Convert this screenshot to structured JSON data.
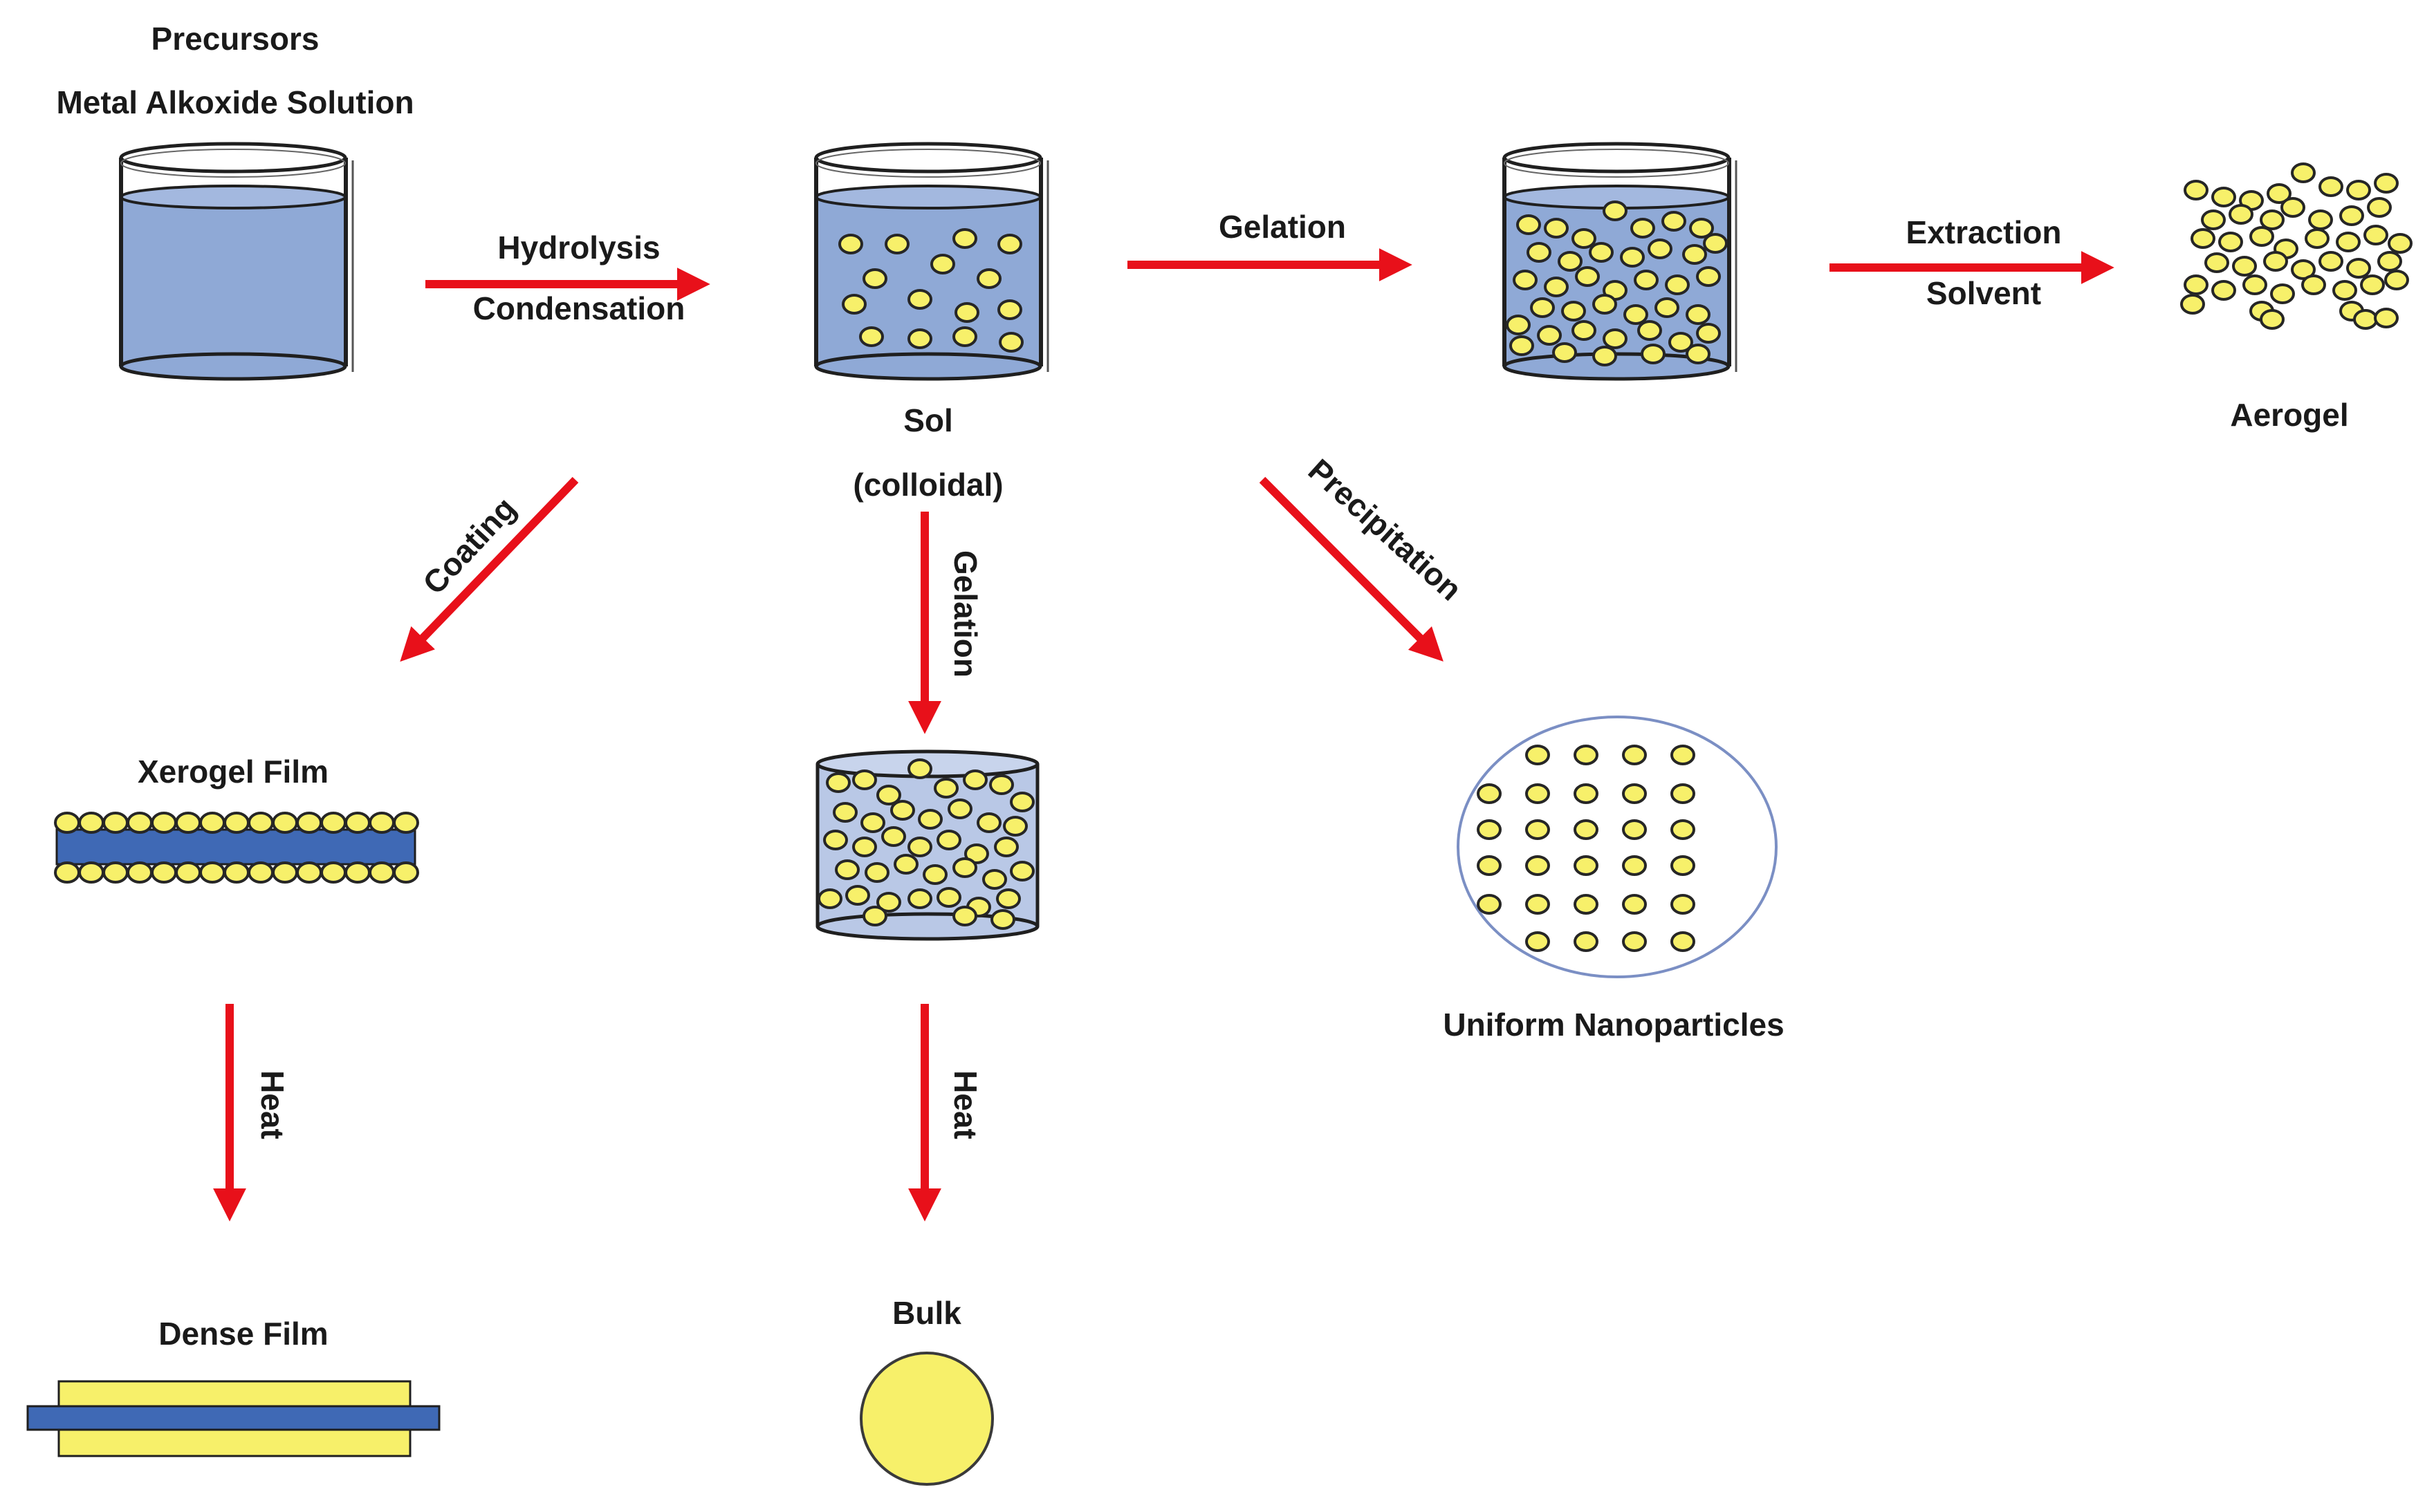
{
  "labels": {
    "precursors": "Precursors",
    "metal_alkoxide_solution": "Metal Alkoxide Solution",
    "hydrolysis": "Hydrolysis",
    "condensation": "Condensation",
    "gelation_top": "Gelation",
    "extraction": "Extraction",
    "solvent": "Solvent",
    "aerogel": "Aerogel",
    "sol": "Sol",
    "colloidal": "(colloidal)",
    "coating": "Coating",
    "gelation_mid": "Gelation",
    "precipitation": "Precipitation",
    "xerogel_film": "Xerogel Film",
    "uniform_nanoparticles": "Uniform Nanoparticles",
    "heat_left": "Heat",
    "heat_mid": "Heat",
    "dense_film": "Dense Film",
    "bulk": "Bulk"
  },
  "colors": {
    "arrow": "#e8101a",
    "liquid": "#8fa9d6",
    "liquid_light": "#b9c8e6",
    "particle_fill": "#f7f06a",
    "particle_stroke": "#262626",
    "film_blue": "#3f69b5",
    "film_yellow": "#f7f06a",
    "circle_stroke": "#7b8fc4"
  }
}
